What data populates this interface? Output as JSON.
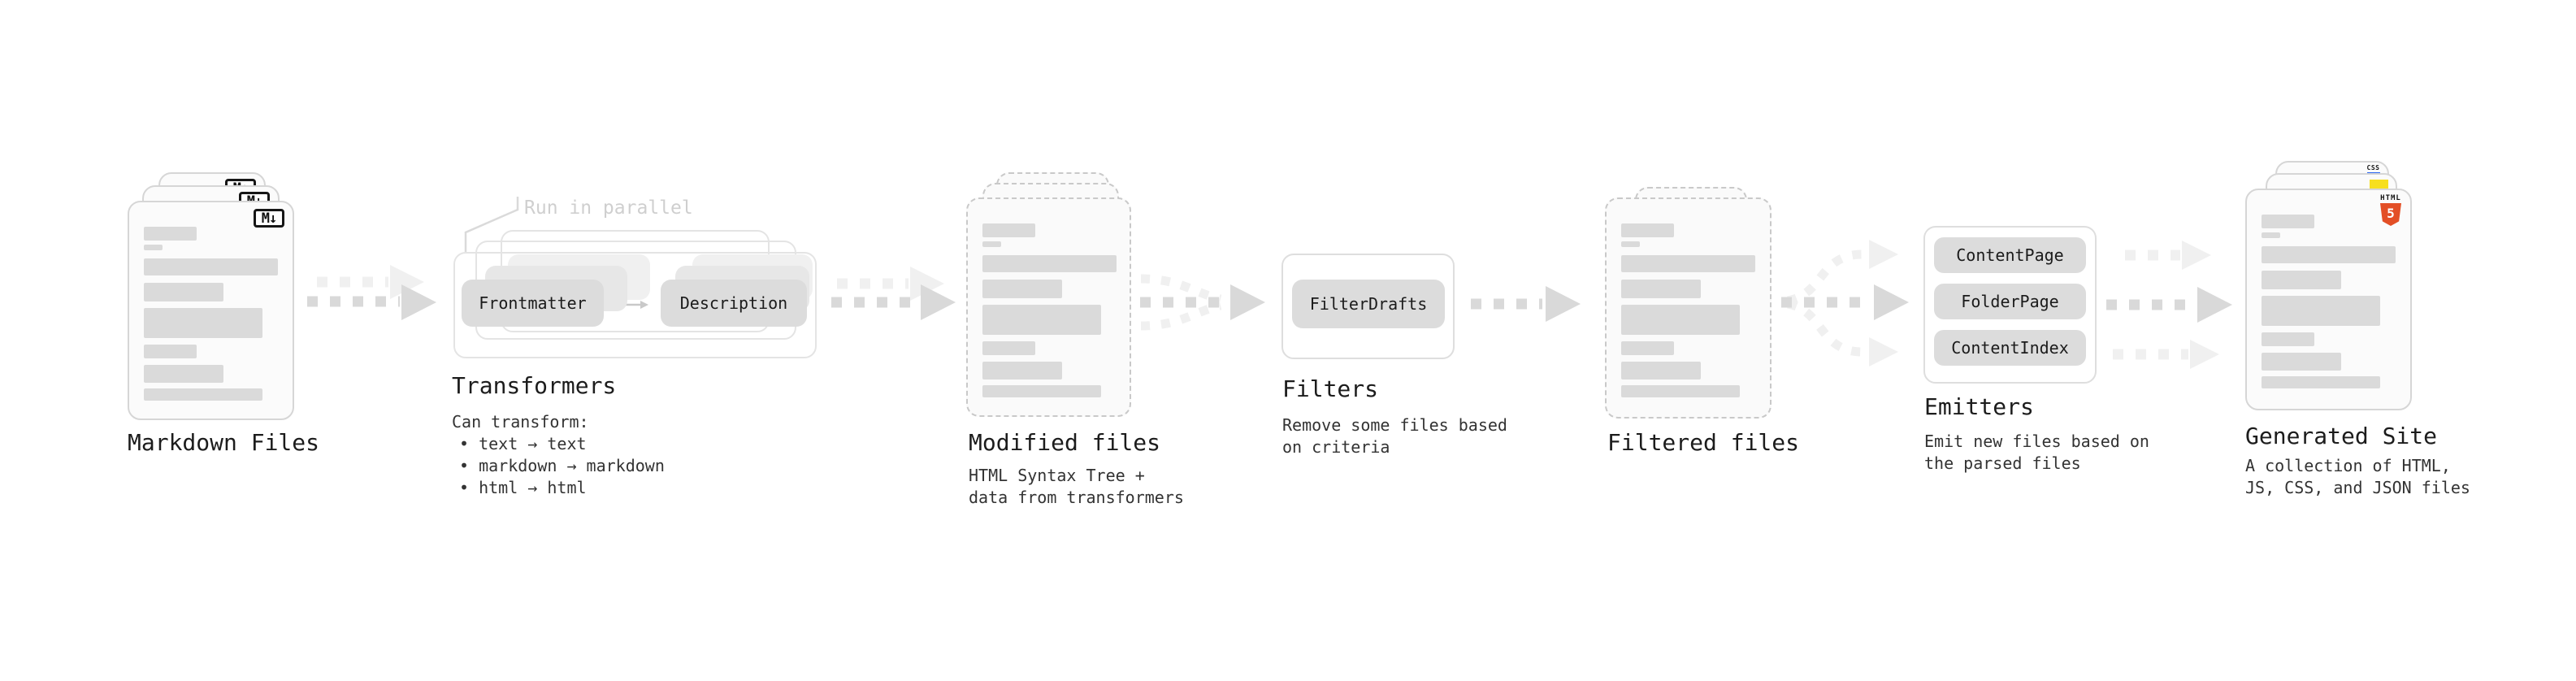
{
  "diagram": {
    "stages": {
      "markdown": {
        "title": "Markdown Files",
        "badge": "M↓"
      },
      "transformers": {
        "title": "Transformers",
        "note": "Run in parallel",
        "input_pill": "Frontmatter",
        "output_pill": "Description",
        "body": [
          "Can transform:",
          "• text → text",
          "• markdown → markdown",
          "• html → html"
        ]
      },
      "modified": {
        "title": "Modified files",
        "body": [
          "HTML Syntax Tree +",
          "data from transformers"
        ]
      },
      "filters": {
        "title": "Filters",
        "pill": "FilterDrafts",
        "body": [
          "Remove some files based",
          "on criteria"
        ]
      },
      "filtered": {
        "title": "Filtered files"
      },
      "emitters": {
        "title": "Emitters",
        "pills": [
          "ContentPage",
          "FolderPage",
          "ContentIndex"
        ],
        "body": [
          "Emit new files based on",
          "the parsed files"
        ]
      },
      "generated": {
        "title": "Generated Site",
        "body": [
          "A collection of HTML,",
          "JS, CSS, and JSON files"
        ],
        "html_badge_word": "HTML",
        "html_badge_number": "5",
        "css_badge_word": "CSS"
      }
    },
    "colors": {
      "html5_orange": "#e34f26",
      "js_yellow": "#f7df1e",
      "css_blue": "#2965f1"
    }
  }
}
